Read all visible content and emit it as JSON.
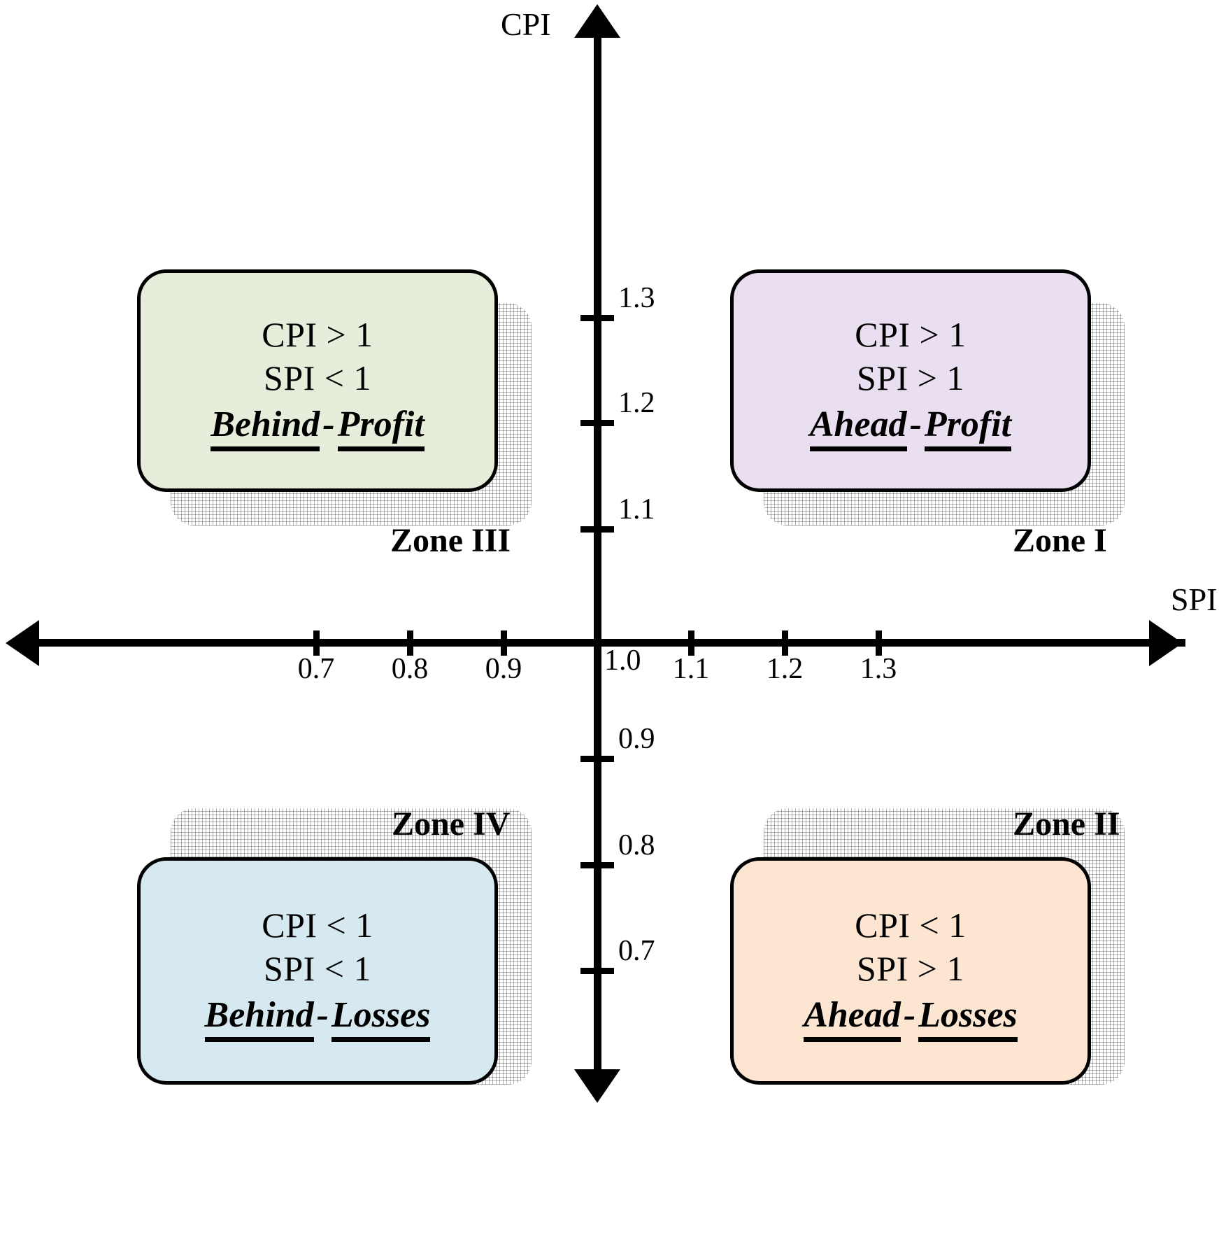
{
  "chart_data": {
    "type": "scatter",
    "title": "",
    "xlabel": "SPI",
    "ylabel": "CPI",
    "xticks": [
      "0.7",
      "0.8",
      "0.9",
      "1.0",
      "1.1",
      "1.2",
      "1.3"
    ],
    "yticks_upper": [
      "1.3",
      "1.2",
      "1.1"
    ],
    "yticks_lower": [
      "0.9",
      "0.8",
      "0.7"
    ],
    "grid": false,
    "legend": "none",
    "origin": "1.0",
    "quadrants": [
      {
        "zone": "Zone I",
        "position": "top-right",
        "cpi": "CPI > 1",
        "spi": "SPI > 1",
        "verdict_first": "Ahead",
        "verdict_sep": "-",
        "verdict_second": "Profit",
        "color": "#e9dff0"
      },
      {
        "zone": "Zone II",
        "position": "bottom-right",
        "cpi": "CPI < 1",
        "spi": "SPI > 1",
        "verdict_first": "Ahead",
        "verdict_sep": "-",
        "verdict_second": "Losses",
        "color": "#fce6d2"
      },
      {
        "zone": "Zone III",
        "position": "top-left",
        "cpi": "CPI > 1",
        "spi": "SPI < 1",
        "verdict_first": "Behind",
        "verdict_sep": "-",
        "verdict_second": "Profit",
        "color": "#e6eedb"
      },
      {
        "zone": "Zone IV",
        "position": "bottom-left",
        "cpi": "CPI < 1",
        "spi": "SPI < 1",
        "verdict_first": "Behind",
        "verdict_sep": "-",
        "verdict_second": "Losses",
        "color": "#d6e9f0"
      }
    ]
  },
  "axes": {
    "y_title": "CPI",
    "x_title": "SPI"
  },
  "xticks": [
    {
      "label": "0.7"
    },
    {
      "label": "0.8"
    },
    {
      "label": "0.9"
    },
    {
      "label": "1.0"
    },
    {
      "label": "1.1"
    },
    {
      "label": "1.2"
    },
    {
      "label": "1.3"
    }
  ],
  "yticks": [
    {
      "label": "1.3"
    },
    {
      "label": "1.2"
    },
    {
      "label": "1.1"
    },
    {
      "label": "0.9"
    },
    {
      "label": "0.8"
    },
    {
      "label": "0.7"
    }
  ],
  "zones": {
    "zone3": {
      "label": "Zone III",
      "cpi": "CPI > 1",
      "spi": "SPI < 1",
      "verdict_first": "Behind",
      "verdict_sep": "-",
      "verdict_second": "Profit",
      "color": "#e6eedb"
    },
    "zone1": {
      "label": "Zone I",
      "cpi": "CPI > 1",
      "spi": "SPI > 1",
      "verdict_first": "Ahead",
      "verdict_sep": "-",
      "verdict_second": "Profit",
      "color": "#e9dff0"
    },
    "zone4": {
      "label": "Zone IV",
      "cpi": "CPI < 1",
      "spi": "SPI < 1",
      "verdict_first": "Behind",
      "verdict_sep": "-",
      "verdict_second": "Losses",
      "color": "#d6e9f0"
    },
    "zone2": {
      "label": "Zone II",
      "cpi": "CPI < 1",
      "spi": "SPI > 1",
      "verdict_first": "Ahead",
      "verdict_sep": "-",
      "verdict_second": "Losses",
      "color": "#fce6d2"
    }
  }
}
